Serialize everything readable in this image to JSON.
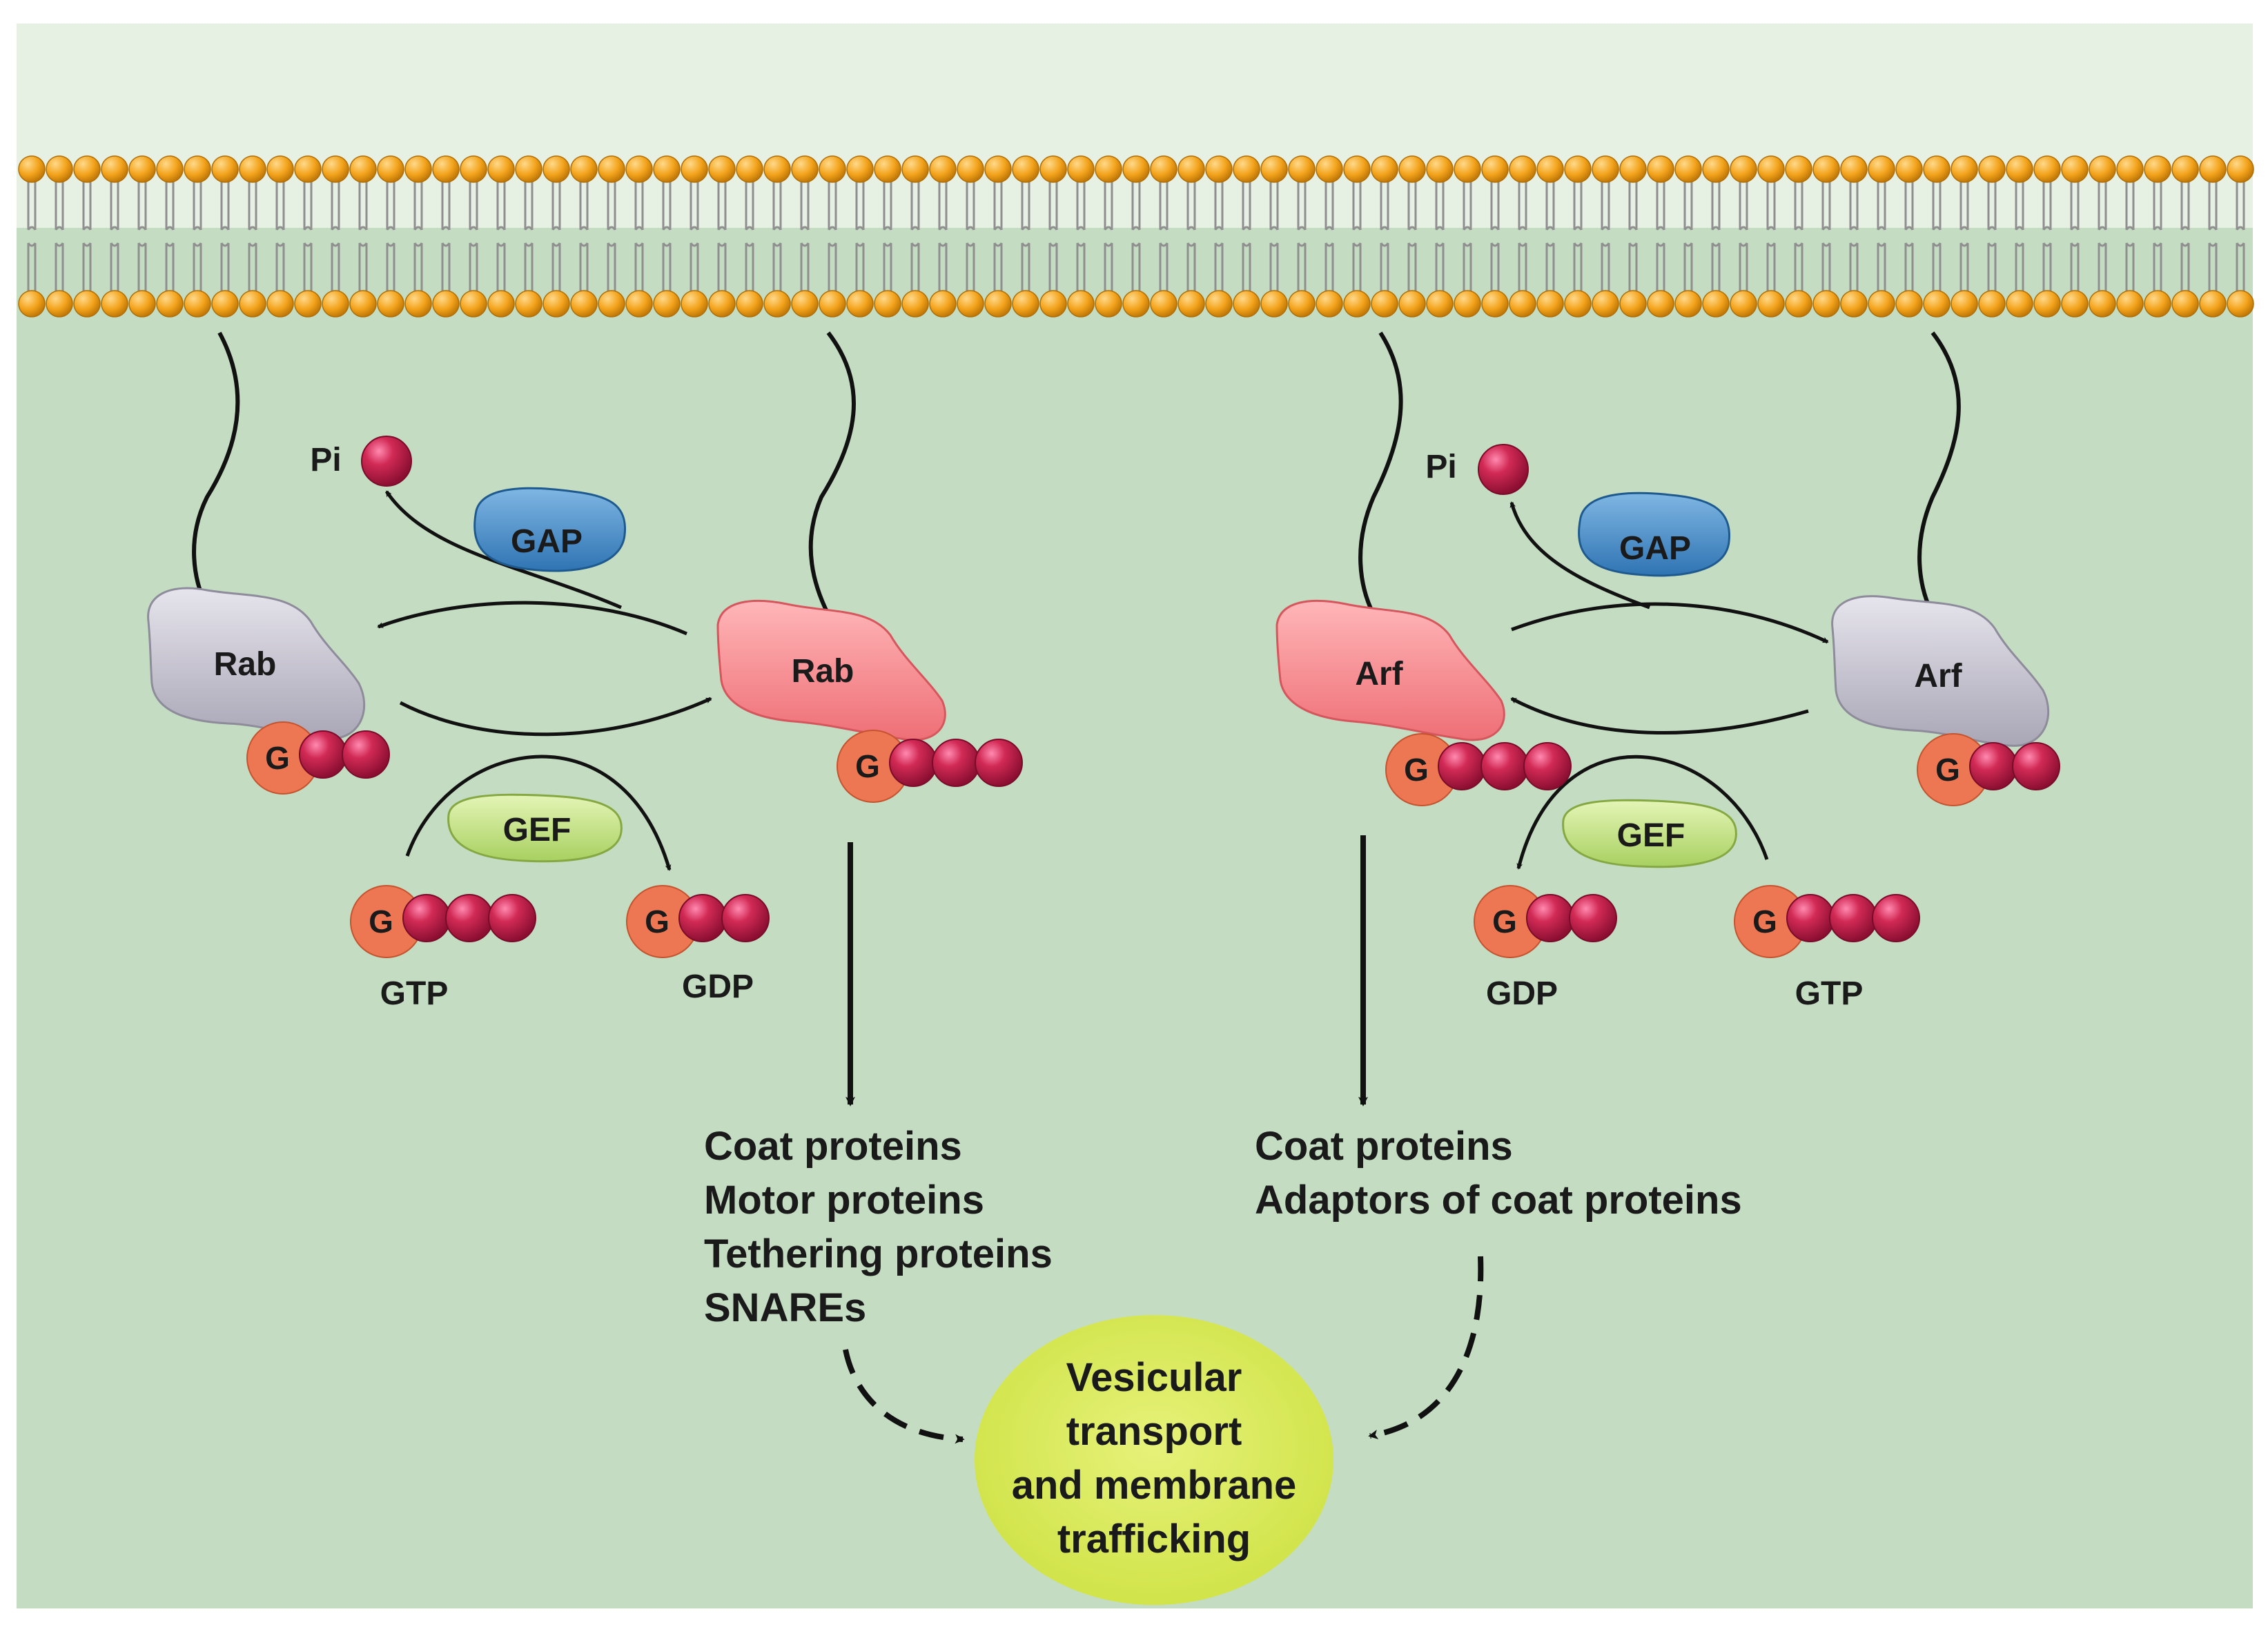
{
  "colors": {
    "background_top": "#e6f0e3",
    "cytoplasm": "#c4ddc2",
    "lipid_head": "#f3a31b",
    "lipid_tail": "#8f8f8f",
    "rab_arf_gdp": "#c9c6d3",
    "rab_arf_gtp": "#f48f94",
    "g_protein": "#ee7753",
    "phosphate": "#c8204a",
    "gap": "#4a8fc9",
    "gef": "#c9e58a",
    "outcome": "#d9ea5a"
  },
  "rab_cycle": {
    "inactive_label": "Rab",
    "active_label": "Rab",
    "gap_label": "GAP",
    "gef_label": "GEF",
    "pi_label": "Pi",
    "gtp_label": "GTP",
    "gdp_label": "GDP",
    "g_letter": "G"
  },
  "arf_cycle": {
    "active_label": "Arf",
    "inactive_label": "Arf",
    "gap_label": "GAP",
    "gef_label": "GEF",
    "pi_label": "Pi",
    "gdp_label": "GDP",
    "gtp_label": "GTP",
    "g_letter": "G"
  },
  "rab_effectors": [
    "Coat proteins",
    "Motor proteins",
    "Tethering proteins",
    "SNAREs"
  ],
  "arf_effectors": [
    "Coat proteins",
    "Adaptors of coat proteins"
  ],
  "outcome": [
    "Vesicular",
    "transport",
    "and membrane",
    "trafficking"
  ]
}
